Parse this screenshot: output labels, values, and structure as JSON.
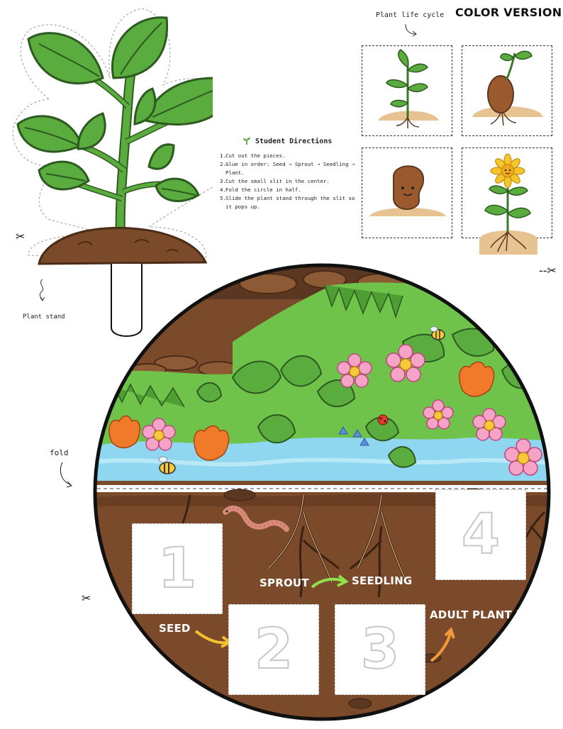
{
  "header": {
    "color_version": "COLOR VERSION",
    "life_cycle_label": "Plant life cycle"
  },
  "directions": {
    "title": "Student Directions",
    "steps": [
      {
        "num": "1.",
        "text": "Cut out the pieces."
      },
      {
        "num": "2.",
        "text": "Glue in order: Seed → Sprout → Seedling → Plant."
      },
      {
        "num": "3.",
        "text": "Cut the small slit in the center."
      },
      {
        "num": "4.",
        "text": "Fold the circle in half."
      },
      {
        "num": "5.",
        "text": "Slide the plant stand through the slit so it pops up."
      }
    ]
  },
  "labels": {
    "plant_stand": "Plant stand",
    "fold": "fold"
  },
  "wheel": {
    "seed": "SEED",
    "sprout": "SPROUT",
    "seedling": "SEEDLING",
    "adult_plant": "ADULT PLANT )",
    "slots": [
      "1",
      "2",
      "3",
      "4"
    ]
  },
  "colors": {
    "leaf": "#5aac3e",
    "leaf_outline": "#2d5a1f",
    "soil": "#7b4a2a",
    "soil_dark": "#5b3620",
    "water": "#8fd6f0",
    "sand": "#e6c391",
    "arrow_yellow": "#f2c12e",
    "arrow_green": "#8fe04a",
    "arrow_orange": "#f29a3a"
  },
  "icons": {
    "scissors": "scissors-icon",
    "sprout": "sprout-icon"
  }
}
